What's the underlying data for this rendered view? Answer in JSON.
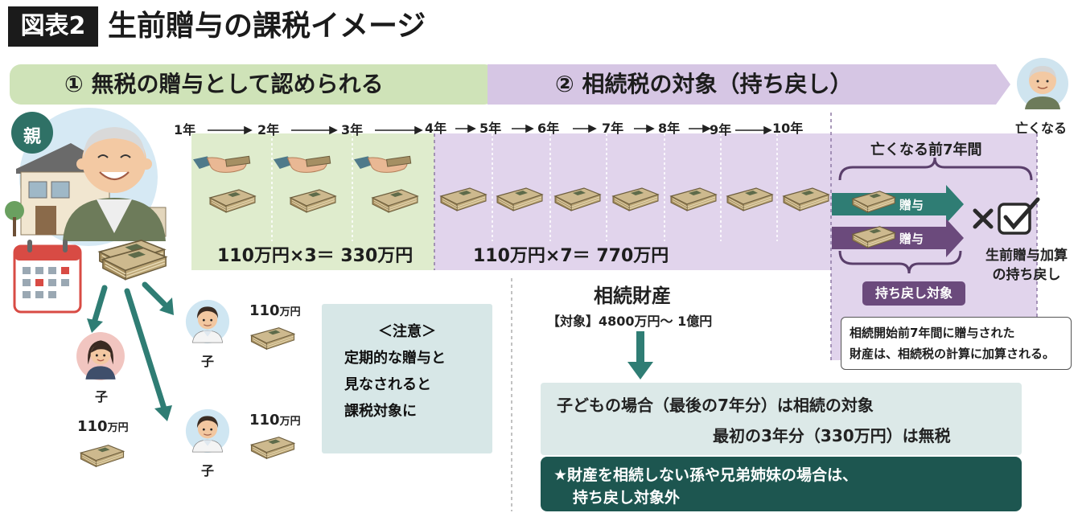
{
  "title": {
    "badge": "図表2",
    "text": "生前贈与の課税イメージ"
  },
  "phases": {
    "tax_free": "① 無税の贈与として認められる",
    "inheritance": "② 相続税の対象（持ち戻し）"
  },
  "timeline": {
    "years": [
      "1年",
      "2年",
      "3年",
      "4年",
      "5年",
      "6年",
      "7年",
      "8年",
      "9年",
      "10年"
    ],
    "death_label": "亡くなる"
  },
  "sums": {
    "tax_free": "110万円×3＝ 330万円",
    "inheritance": "110万円×7＝ 770万円"
  },
  "parent": {
    "label": "親"
  },
  "children": {
    "label": "子",
    "amount_number": "110",
    "amount_unit": "万円"
  },
  "note": {
    "title": "＜注意＞",
    "lines": [
      "定期的な贈与と",
      "見なされると",
      "課税対象に"
    ]
  },
  "estate": {
    "title": "相続財産",
    "target": "【対象】4800万円〜 1億円"
  },
  "inherit_box": {
    "line1": "子どもの場合（最後の7年分）は相続の対象",
    "line2": "最初の3年分（330万円）は無税"
  },
  "star_note": {
    "line1": "★財産を相続しない孫や兄弟姉妹の場合は、",
    "line2": "持ち戻し対象外"
  },
  "seven_years": {
    "title": "亡くなる前7年間",
    "gift_label": "贈与",
    "result_line1": "生前贈与加算",
    "result_line2": "の持ち戻し",
    "pill": "持ち戻し対象",
    "explain_line1": "相続開始前7年間に贈与された",
    "explain_line2": "財産は、相続税の計算に加算される。"
  },
  "colors": {
    "green_band": "#cfe3b8",
    "purple_band": "#d6c6e4",
    "teal": "#2f7d74",
    "purple_dark": "#6b4a7c",
    "dark_teal": "#1d5650"
  }
}
